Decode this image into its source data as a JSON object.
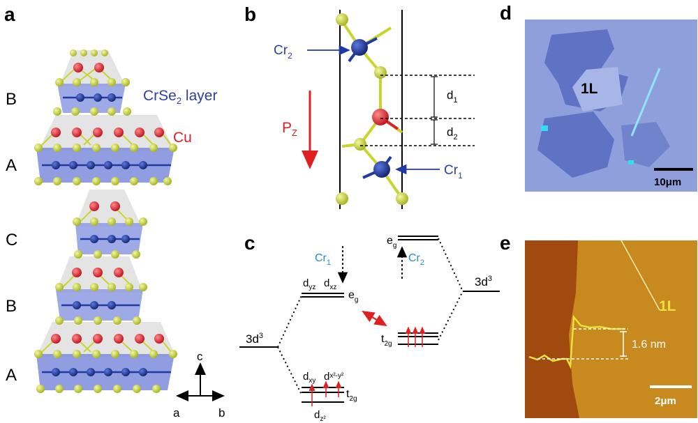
{
  "panels": {
    "a": "a",
    "b": "b",
    "c": "c",
    "d": "d",
    "e": "e"
  },
  "panel_a": {
    "stack_letters": [
      "B",
      "A",
      "C",
      "B",
      "A"
    ],
    "crse2_main": "CrSe",
    "crse2_sub": "2",
    "crse2_tail": " layer",
    "cu_label": "Cu",
    "axis_c": "c",
    "axis_a": "a",
    "axis_b": "b"
  },
  "panel_b": {
    "cr2_main": "Cr",
    "cr2_sub": "2",
    "cr1_main": "Cr",
    "cr1_sub": "1",
    "pz_main": "P",
    "pz_sub": "Z",
    "d1_main": "d",
    "d1_sub": "1",
    "d2_main": "d",
    "d2_sub": "2"
  },
  "panel_c": {
    "left_3d_main": "3d",
    "left_3d_sup": "3",
    "right_3d_main": "3d",
    "right_3d_sup": "3",
    "cr1_main": "Cr",
    "cr1_sub": "1",
    "cr2_main": "Cr",
    "cr2_sub": "2",
    "dyz": "d",
    "dyz_sub": "yz",
    "dxz": "d",
    "dxz_sub": "xz",
    "eg_left_main": "e",
    "eg_left_sub": "g",
    "eg_right_main": "e",
    "eg_right_sub": "g",
    "t2g_left_main": "t",
    "t2g_left_sub": "2g",
    "t2g_right_main": "t",
    "t2g_right_sub": "2g",
    "dxy": "d",
    "dxy_sub": "xy",
    "dx2y2": "d",
    "dx2y2_sub": "x²-y²",
    "dz2": "d",
    "dz2_sub": "z²"
  },
  "panel_d": {
    "flake_label": "1L",
    "scale": "10μm"
  },
  "panel_e": {
    "flake_label": "1L",
    "height": "1.6 nm",
    "scale": "2μm"
  },
  "colors": {
    "cr": "#1f3aa5",
    "se": "#c8d62b",
    "cu": "#d8202e",
    "crse_text": "#2f3f9e",
    "cu_text": "#d8202e",
    "cr_c_text": "#2a8bc9",
    "optical_bg": "#8e9fdc",
    "afm_bg": "#a04a10",
    "afm_flake": "#c8891f",
    "profile": "#e8e23a"
  }
}
